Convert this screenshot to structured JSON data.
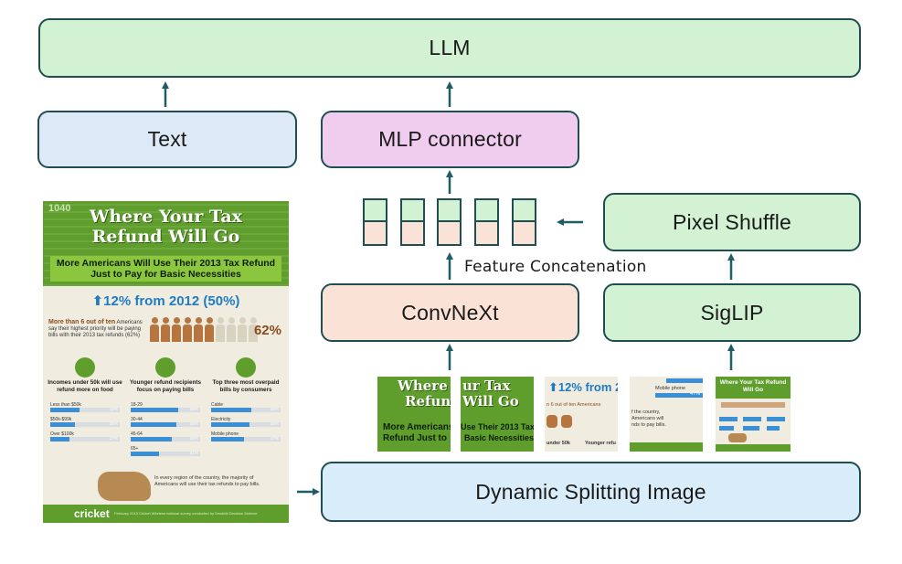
{
  "blocks": {
    "llm": "LLM",
    "text": "Text",
    "mlp_connector": "MLP connector",
    "pixel_shuffle": "Pixel Shuffle",
    "convnext": "ConvNeXt",
    "siglip": "SigLIP",
    "dynamic_splitting": "Dynamic Splitting Image"
  },
  "labels": {
    "feature_concatenation": "Feature Concatenation"
  },
  "infographic": {
    "form_number": "1040",
    "title": "Where Your Tax Refund Will Go",
    "subtitle": "More Americans Will Use Their 2013 Tax Refund Just to Pay for Basic Necessities",
    "stat": "⬆12% from 2012 (50%)",
    "lead_bold": "More than 6 out of ten",
    "lead_text": "Americans say their highest priority will be paying bills with their 2013 tax refunds (62%)",
    "percent": "62%",
    "columns": [
      {
        "title": "Incomes under 50k will use refund more on food",
        "rows": [
          {
            "label": "Less than $50k",
            "value": "42%"
          },
          {
            "label": "$50k-$99k",
            "value": "36%"
          },
          {
            "label": "Over $100k",
            "value": "27%"
          }
        ]
      },
      {
        "title": "Younger refund recipients focus on paying bills",
        "rows": [
          {
            "label": "18-29",
            "value": "69%"
          },
          {
            "label": "30-44",
            "value": "66%"
          },
          {
            "label": "45-64",
            "value": "59%"
          },
          {
            "label": "65+",
            "value": "41%"
          }
        ]
      },
      {
        "title": "Top three most overpaid bills by consumers",
        "rows": [
          {
            "label": "Cable",
            "value": "58%"
          },
          {
            "label": "Electricity",
            "value": "55%"
          },
          {
            "label": "Mobile phone",
            "value": "47%"
          }
        ]
      }
    ],
    "map_note": "In every region of the country, the majority of Americans will use their tax refunds to pay bills.",
    "logo": "cricket",
    "source": "February 2013 Cricket Wireless national survey conducted by Sendeld Decision Science"
  },
  "tiles": {
    "tile0_line1": "Where",
    "tile0_line2": "Refun",
    "tile0_line3": "More Americans",
    "tile0_line4": "Refund Just to",
    "tile1_line1": "ur Tax",
    "tile1_line2": "Will Go",
    "tile1_line3": "Use Their 2013 Tax",
    "tile1_line4": "Basic Necessities",
    "tile2_stat": "⬆12% from 2",
    "tile2_text": "n 6 out of ten Americans",
    "tile2_a": "under 50k",
    "tile2_b": "Younger refu",
    "tile3_a": "Mobile phone",
    "tile3_b": "47%",
    "tile3_c": "f the country,",
    "tile3_d": "Americans will",
    "tile3_e": "nds to pay bills.",
    "tile4_title": "Where Your Tax Refund Will Go"
  }
}
